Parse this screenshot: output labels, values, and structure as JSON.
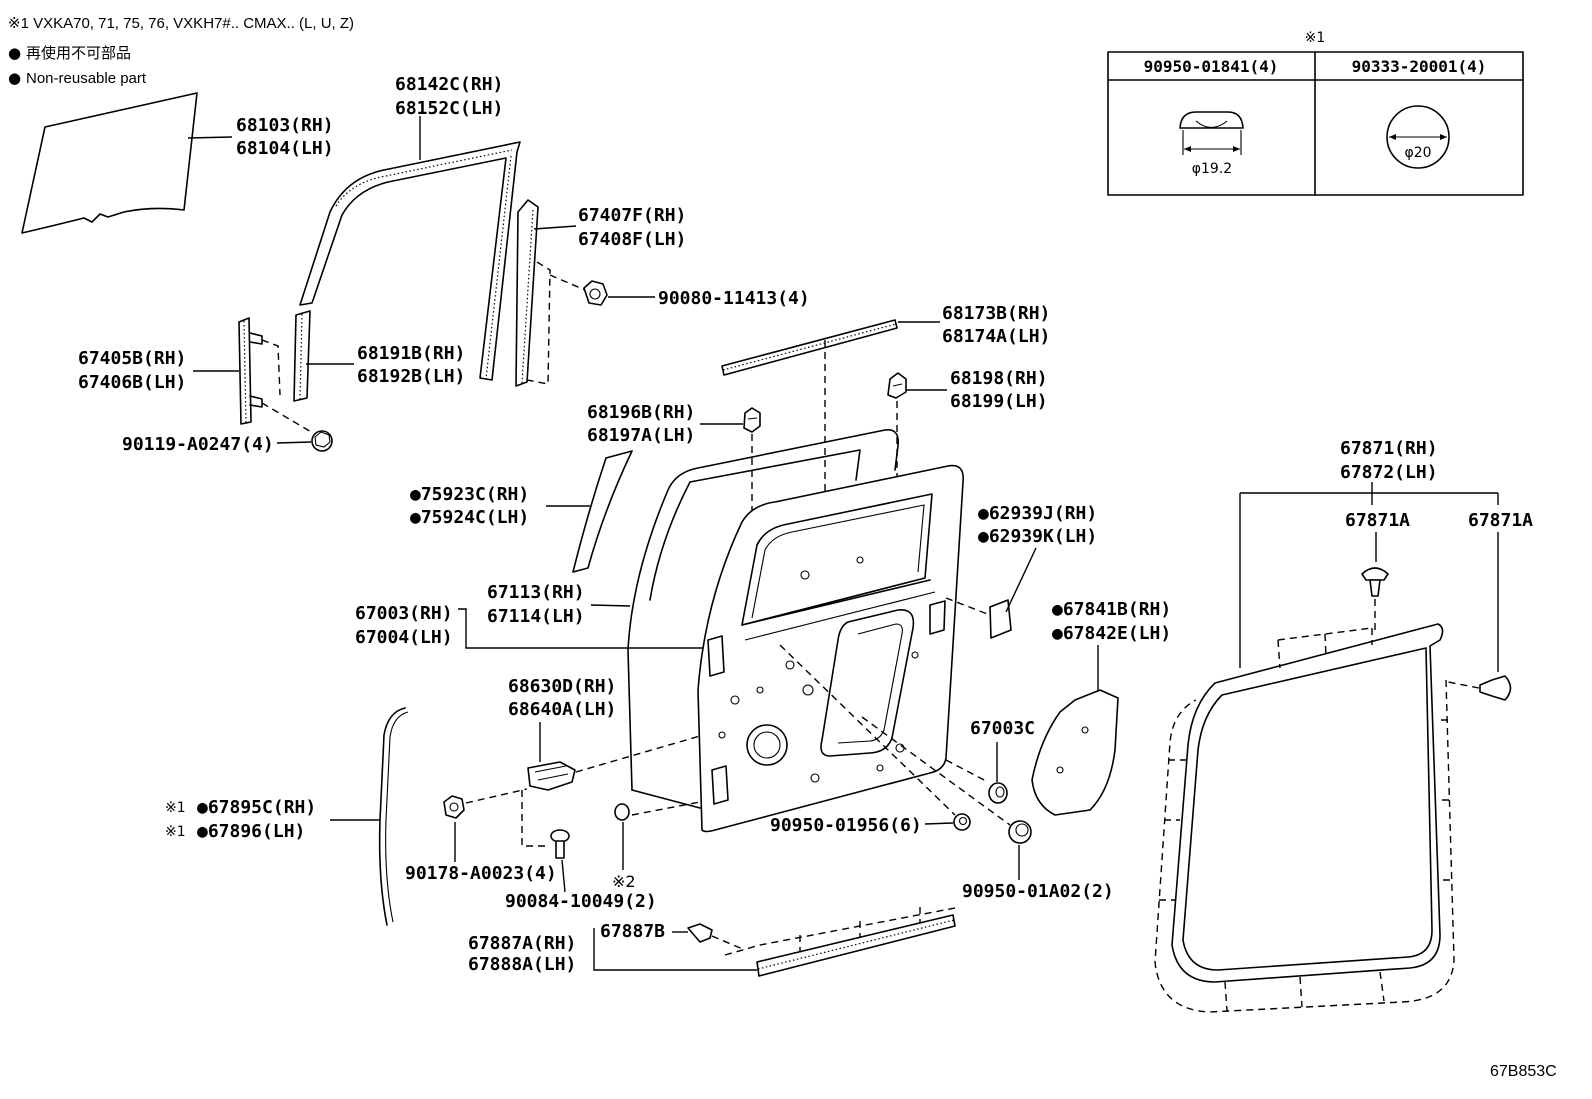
{
  "header": {
    "applicability": "※1 VXKA70, 71, 75, 76, VXKH7#.. CMAX.. (L, U, Z)",
    "legend_bullet": "●",
    "legend_jp": "再使用不可部品",
    "legend_en": "Non-reusable part"
  },
  "ref_table": {
    "ref_mark": "※1",
    "col1_part": "90950-01841(4)",
    "col1_dim": "φ19.2",
    "col2_part": "90333-20001(4)",
    "col2_dim": "φ20"
  },
  "callouts": {
    "p68103": [
      "68103(RH)",
      "68104(LH)"
    ],
    "p68142": [
      "68142C(RH)",
      "68152C(LH)"
    ],
    "p67407": [
      "67407F(RH)",
      "67408F(LH)"
    ],
    "p90080": "90080-11413(4)",
    "p68173": [
      "68173B(RH)",
      "68174A(LH)"
    ],
    "p67405": [
      "67405B(RH)",
      "67406B(LH)"
    ],
    "p68191": [
      "68191B(RH)",
      "68192B(LH)"
    ],
    "p68198": [
      "68198(RH)",
      "68199(LH)"
    ],
    "p68196": [
      "68196B(RH)",
      "68197A(LH)"
    ],
    "p90119": "90119-A0247(4)",
    "p75923": [
      "●75923C(RH)",
      "●75924C(LH)"
    ],
    "p67871": [
      "67871(RH)",
      "67872(LH)"
    ],
    "p67871A": [
      "67871A",
      "67871A"
    ],
    "p62939": [
      "●62939J(RH)",
      "●62939K(LH)"
    ],
    "p67113": [
      "67113(RH)",
      "67114(LH)"
    ],
    "p67003": [
      "67003(RH)",
      "67004(LH)"
    ],
    "p67841": [
      "●67841B(RH)",
      "●67842E(LH)"
    ],
    "p68630": [
      "68630D(RH)",
      "68640A(LH)"
    ],
    "p67003C": "67003C",
    "p67895": {
      "refs": [
        "※1",
        "※1"
      ],
      "parts": [
        "●67895C(RH)",
        "●67896(LH)"
      ]
    },
    "p90950_01956": "90950-01956(6)",
    "p90178": "90178-A0023(4)",
    "note2": "※2",
    "p90084": "90084-10049(2)",
    "p90950_01A02": "90950-01A02(2)",
    "p67887A": [
      "67887A(RH)",
      "67888A(LH)"
    ],
    "p67887B": "67887B"
  },
  "diagram_code": "67B853C"
}
